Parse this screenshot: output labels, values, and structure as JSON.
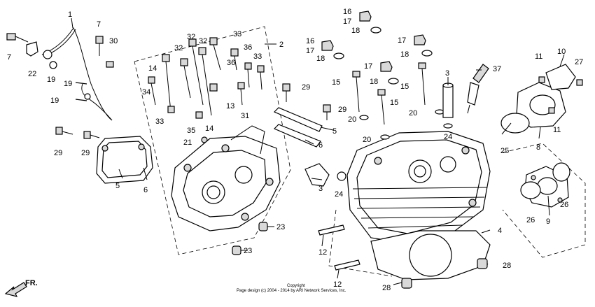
{
  "callouts": {
    "c1": "1",
    "c2": "2",
    "c3a": "3",
    "c3b": "3",
    "c4": "4",
    "c5a": "5",
    "c5b": "5",
    "c6a": "6",
    "c6b": "6",
    "c7a": "7",
    "c7b": "7",
    "c8": "8",
    "c9": "9",
    "c10": "10",
    "c11a": "11",
    "c11b": "11",
    "c12a": "12",
    "c12b": "12",
    "c13": "13",
    "c14a": "14",
    "c14b": "14",
    "c15a": "15",
    "c15b": "15",
    "c15c": "15",
    "c16a": "16",
    "c16b": "16",
    "c17a": "17",
    "c17b": "17",
    "c17c": "17",
    "c17d": "17",
    "c18a": "18",
    "c18b": "18",
    "c18c": "18",
    "c18d": "18",
    "c19a": "19",
    "c19b": "19",
    "c19c": "19",
    "c20a": "20",
    "c20b": "20",
    "c20c": "20",
    "c21": "21",
    "c22": "22",
    "c23a": "23",
    "c23b": "23",
    "c24a": "24",
    "c24b": "24",
    "c25": "25",
    "c26a": "26",
    "c26b": "26",
    "c27": "27",
    "c28a": "28",
    "c28b": "28",
    "c29a": "29",
    "c29b": "29",
    "c29c": "29",
    "c29d": "29",
    "c30": "30",
    "c31": "31",
    "c32a": "32",
    "c32b": "32",
    "c32c": "32",
    "c33a": "33",
    "c33b": "33",
    "c33c": "33",
    "c34": "34",
    "c35": "35",
    "c36a": "36",
    "c36b": "36",
    "c37": "37"
  },
  "direction_label": "FR.",
  "copyright": {
    "line1": "Copyright",
    "line2": "Page design (c) 2004 - 2014 by ARI Network Services, Inc."
  }
}
